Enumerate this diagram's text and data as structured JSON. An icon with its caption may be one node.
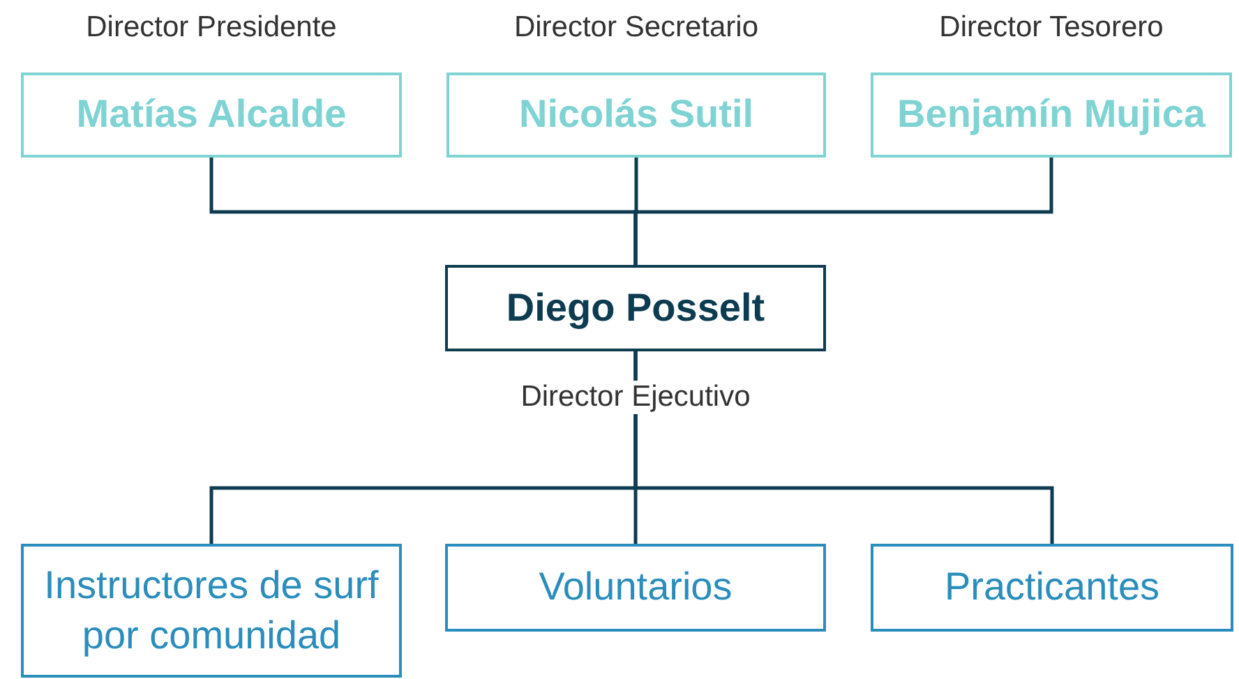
{
  "diagram": {
    "nodes": [
      {
        "text": [
          "Matías Alcalde"
        ],
        "beside": [
          "Director Presidente"
        ]
      },
      {
        "text": [
          "Nicolás Sutil"
        ],
        "beside": [
          "Director Secretario"
        ]
      },
      {
        "text": [
          "Benjamín Mujica"
        ],
        "beside": [
          "Director Tesorero"
        ]
      },
      {
        "text": [
          "Diego Posselt"
        ],
        "beside": [
          "Director Ejecutivo"
        ]
      },
      {
        "text": [
          "Instructores de surf por comunidad"
        ]
      },
      {
        "text": [
          "Voluntarios"
        ]
      },
      {
        "text": [
          "Practicantes"
        ]
      }
    ],
    "edges": [
      {
        "from": 0,
        "to": 3,
        "arrow": "none"
      },
      {
        "from": 1,
        "to": 3,
        "arrow": "none"
      },
      {
        "from": 2,
        "to": 3,
        "arrow": "none"
      },
      {
        "from": 3,
        "to": 4,
        "arrow": "none"
      },
      {
        "from": 3,
        "to": 5,
        "arrow": "none"
      },
      {
        "from": 3,
        "to": 6,
        "arrow": "none"
      }
    ]
  }
}
